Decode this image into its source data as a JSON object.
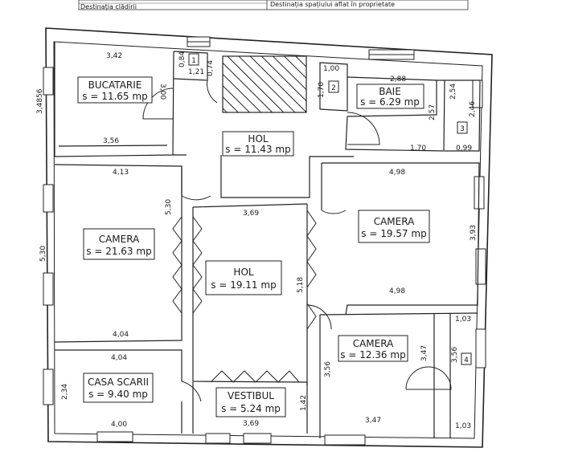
{
  "header": {
    "left_caption": "Destinația clădirii",
    "right_caption": "Destinația spațiului aflat în proprietate"
  },
  "rooms": {
    "bucatarie": {
      "name": "BUCATARIE",
      "area": "s = 11.65 mp"
    },
    "baie": {
      "name": "BAIE",
      "area": "s = 6.29 mp"
    },
    "hol_top": {
      "name": "HOL",
      "area": "s = 11.43 mp"
    },
    "camera_left": {
      "name": "CAMERA",
      "area": "s = 21.63 mp"
    },
    "camera_right": {
      "name": "CAMERA",
      "area": "s = 19.57 mp"
    },
    "hol_center": {
      "name": "HOL",
      "area": "s = 19.11 mp"
    },
    "camera_small": {
      "name": "CAMERA",
      "area": "s = 12.36 mp"
    },
    "casa_scarii": {
      "name": "CASA SCARII",
      "area": "s = 9.40 mp"
    },
    "vestibul": {
      "name": "VESTIBUL",
      "area": "s = 5.24 mp"
    }
  },
  "space_numbers": {
    "n1": "1",
    "n2": "2",
    "n3": "3",
    "n4": "4"
  },
  "dimensions": {
    "d_342": "3,42",
    "d_34856": "3,4856",
    "d_356": "3,56",
    "d_300": "3,00",
    "d_084": "0,84",
    "d_121": "1,21",
    "d_074": "0,74",
    "d_100": "1,00",
    "d_170a": "1,70",
    "d_288": "2,88",
    "d_254": "2,54",
    "d_257": "2,57",
    "d_246": "2,46",
    "d_170b": "1,70",
    "d_099": "0,99",
    "d_413": "4,13",
    "d_530a": "5,30",
    "d_530b": "5,30",
    "d_404a": "4,04",
    "d_369a": "3,69",
    "d_498a": "4,98",
    "d_393": "3,93",
    "d_498b": "4,98",
    "d_518": "5,18",
    "d_404b": "4,04",
    "d_103a": "1,03",
    "d_347a": "3,47",
    "d_356b": "3,56",
    "d_356c": "3,56",
    "d_234": "2,34",
    "d_400": "4,00",
    "d_369b": "3,69",
    "d_142": "1,42",
    "d_347b": "3,47",
    "d_103b": "1,03"
  }
}
